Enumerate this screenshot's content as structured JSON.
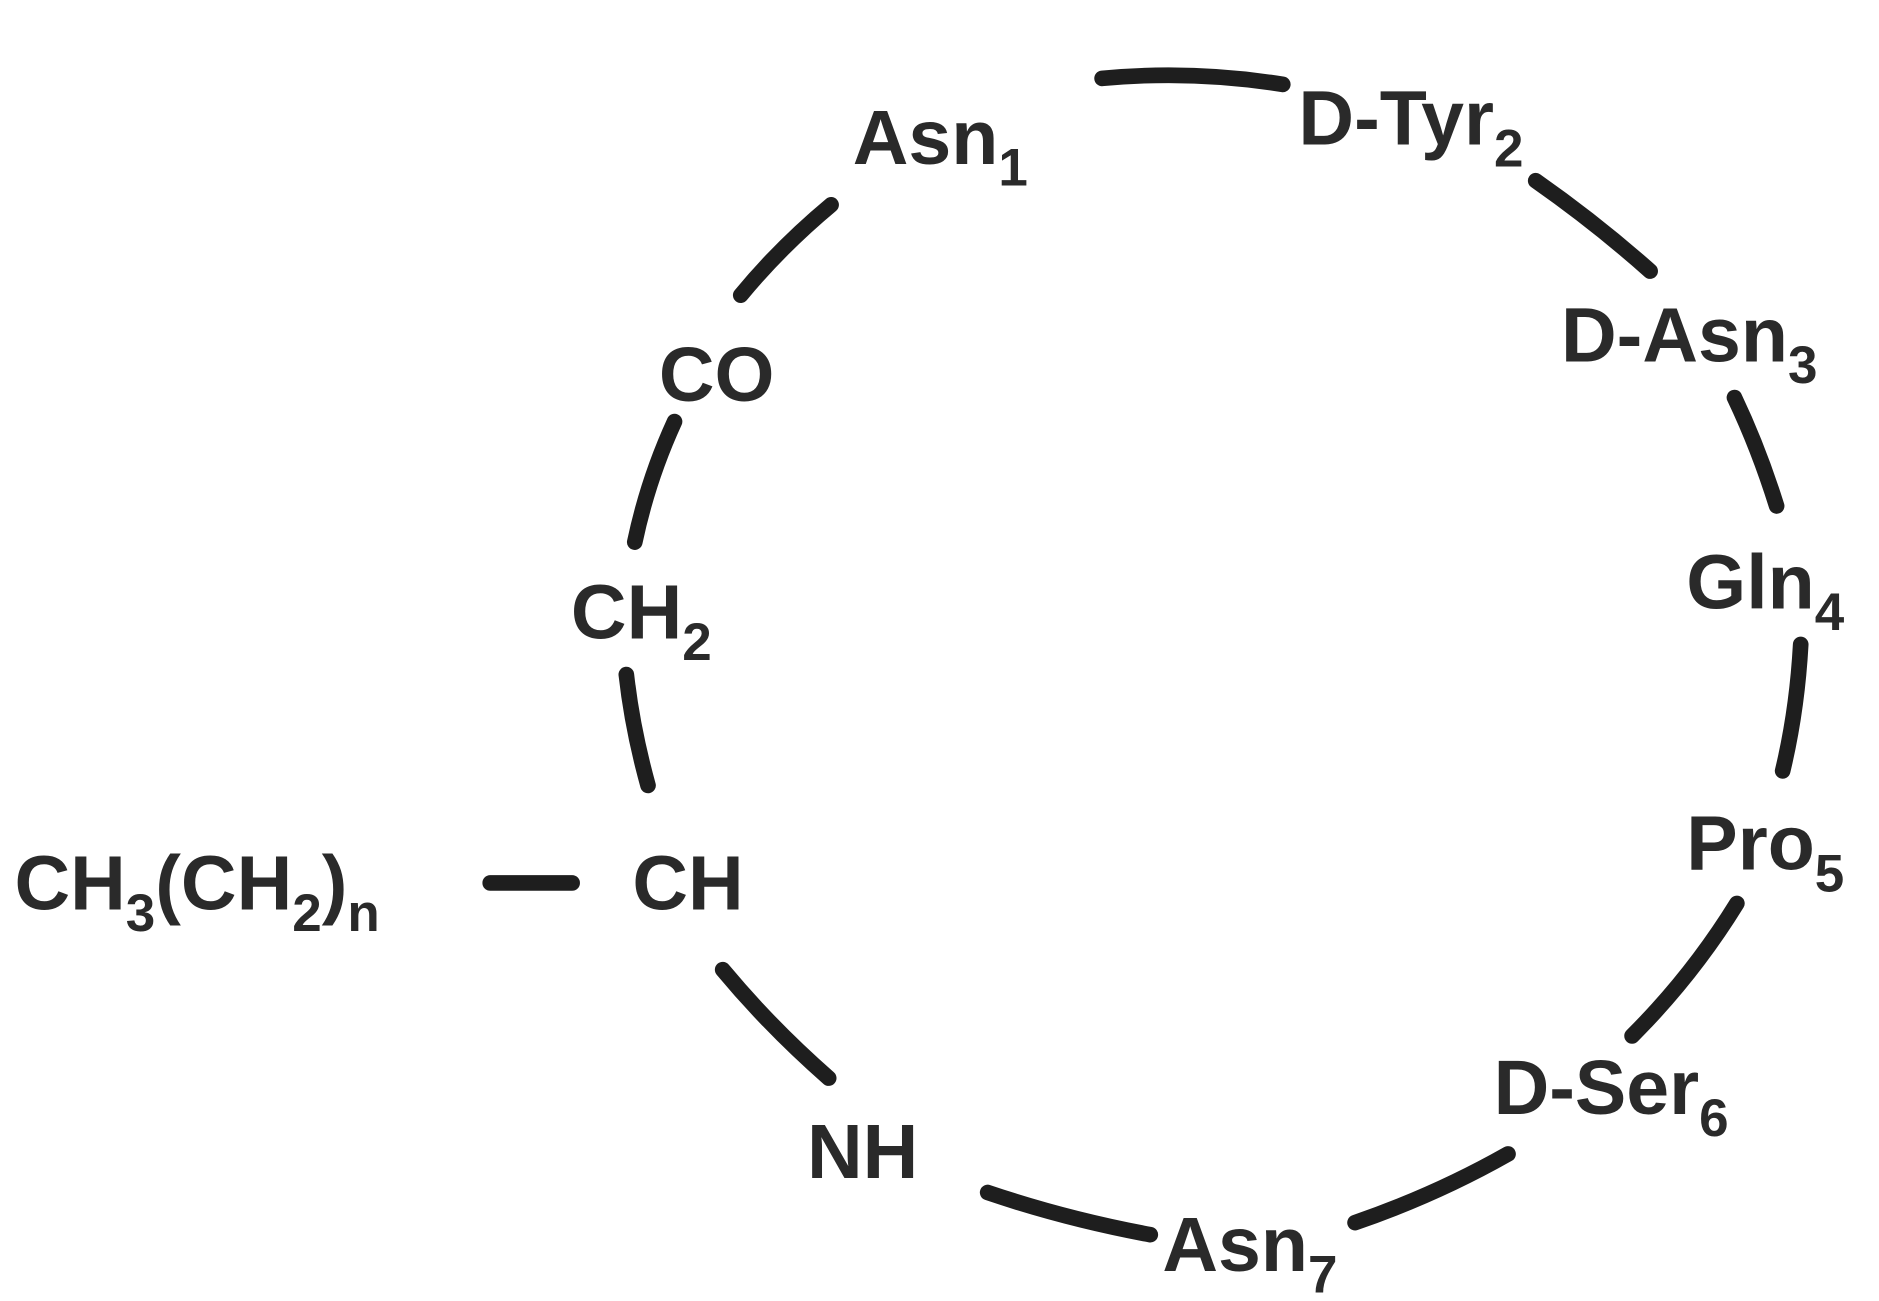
{
  "diagram": {
    "type": "cyclic-lipopeptide",
    "residues": [
      {
        "main": "Asn",
        "sub": "1"
      },
      {
        "main": "D-Tyr",
        "sub": "2"
      },
      {
        "main": "D-Asn",
        "sub": "3"
      },
      {
        "main": "Gln",
        "sub": "4"
      },
      {
        "main": "Pro",
        "sub": "5"
      },
      {
        "main": "D-Ser",
        "sub": "6"
      },
      {
        "main": "Asn",
        "sub": "7"
      }
    ],
    "linker": {
      "nh": "NH",
      "ch": "CH",
      "ch2": {
        "main": "CH",
        "sub": "2"
      },
      "co": "CO"
    },
    "side_chain": {
      "a": "CH",
      "a_sub": "3",
      "b": "(CH",
      "b_sub": "2",
      "c": ")",
      "c_sub": "n"
    },
    "colors": {
      "ink": "#1e1e1e",
      "background": "#ffffff"
    }
  }
}
